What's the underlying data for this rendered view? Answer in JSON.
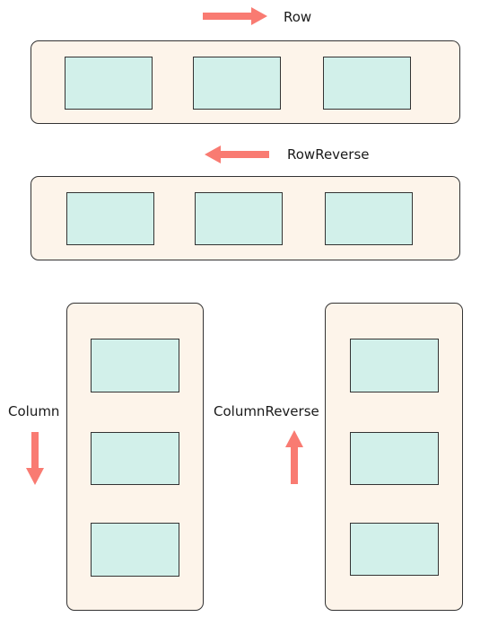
{
  "labels": {
    "row": "Row",
    "row_reverse": "RowReverse",
    "column": "Column",
    "column_reverse": "ColumnReverse"
  },
  "colors": {
    "arrow": "#f97b72",
    "container_fill": "#fdf4ea",
    "item_fill": "#d2f0ea",
    "border": "#333333"
  },
  "arrows": {
    "row": "right",
    "row_reverse": "left",
    "column": "down",
    "column_reverse": "up"
  }
}
